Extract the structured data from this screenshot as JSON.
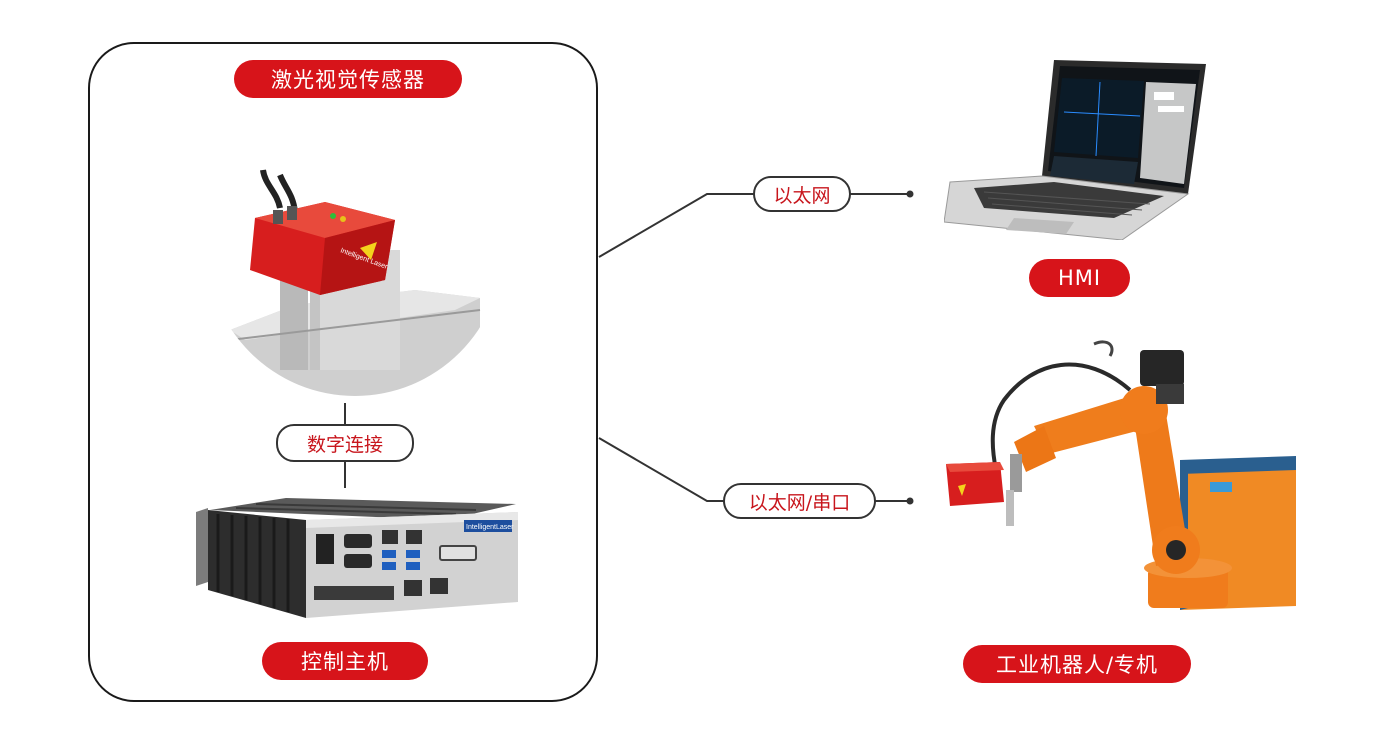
{
  "sensor_title": "激光视觉传感器",
  "digital_link_label": "数字连接",
  "controller_title": "控制主机",
  "ethernet_label": "以太网",
  "hmi_title": "HMI",
  "ethernet_serial_label": "以太网/串口",
  "robot_title": "工业机器人/专机",
  "sensor_brand": "Intelligent Laser",
  "controller_brand": "IntelligentLaser",
  "colors": {
    "accent_red": "#d7141a",
    "tag_text_red": "#c8161d",
    "line": "#333333",
    "robot_orange": "#f07c1c"
  }
}
